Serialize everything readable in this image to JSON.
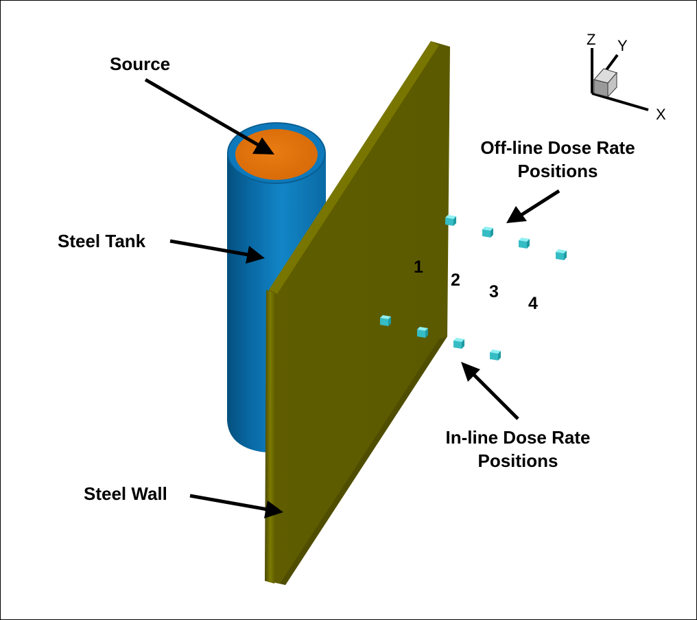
{
  "labels": {
    "source": "Source",
    "steel_tank": "Steel Tank",
    "steel_wall": "Steel Wall",
    "offline_line1": "Off-line Dose Rate",
    "offline_line2": "Positions",
    "inline_line1": "In-line Dose Rate",
    "inline_line2": "Positions"
  },
  "position_numbers": [
    "1",
    "2",
    "3",
    "4"
  ],
  "axes": {
    "x": "X",
    "y": "Y",
    "z": "Z"
  },
  "colors": {
    "tank": "#0a6fae",
    "source": "#e07410",
    "wall": "#626000",
    "wall_edge": "#8a8a00",
    "detector": "#3fc6cc",
    "arrow": "#000000"
  },
  "detectors": {
    "offline_count": 4,
    "inline_count": 4
  }
}
